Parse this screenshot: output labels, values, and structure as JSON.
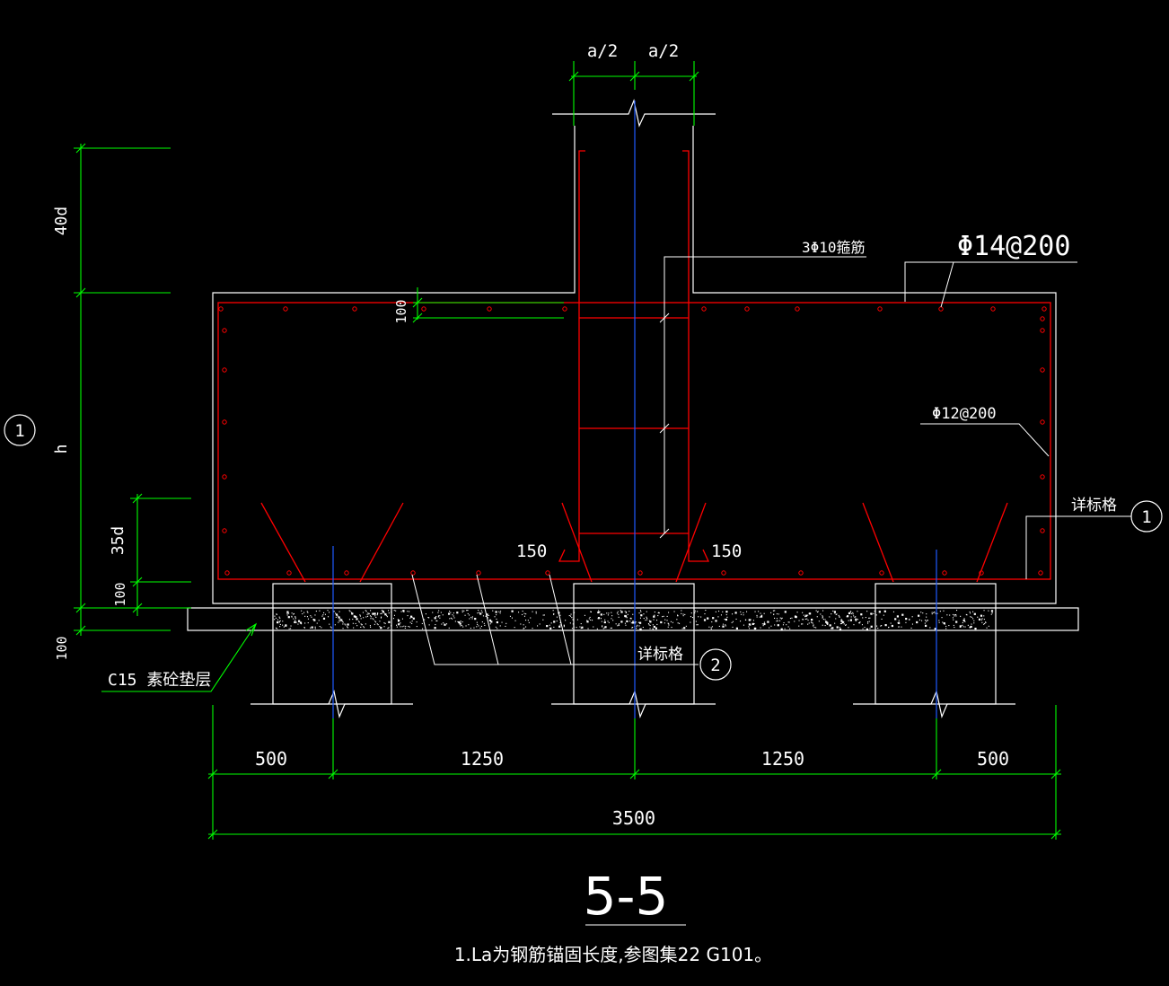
{
  "title": "5-5",
  "note": "1.La为钢筋锚固长度,参图集22 G101。",
  "colors": {
    "background": "#000000",
    "concrete_outline": "#ffffff",
    "rebar": "#ff0000",
    "dimension": "#00ff00",
    "centerline": "#0000ff",
    "label": "#ffffff"
  },
  "labels": {
    "column_half_left": "a/2",
    "column_half_right": "a/2",
    "stirrup": "3Φ10箍筋",
    "top_bar": "Φ14@200",
    "side_bar": "Φ12@200",
    "detail_ref_1": "详标格",
    "detail_ref_2": "详标格",
    "hook_left": "150",
    "hook_right": "150",
    "cover_top": "100",
    "cushion": "C15  素砼垫层"
  },
  "bubbles": {
    "axis_left": "1",
    "detail_1": "1",
    "detail_2": "2"
  },
  "vertical_dims": {
    "anchor_top": "40d",
    "height": "h",
    "anchor_bottom": "35d",
    "cover_bottom": "100",
    "cushion_thickness": "100"
  },
  "horizontal_dims": {
    "seg1": "500",
    "seg2": "1250",
    "seg3": "1250",
    "seg4": "500",
    "total": "3500"
  }
}
